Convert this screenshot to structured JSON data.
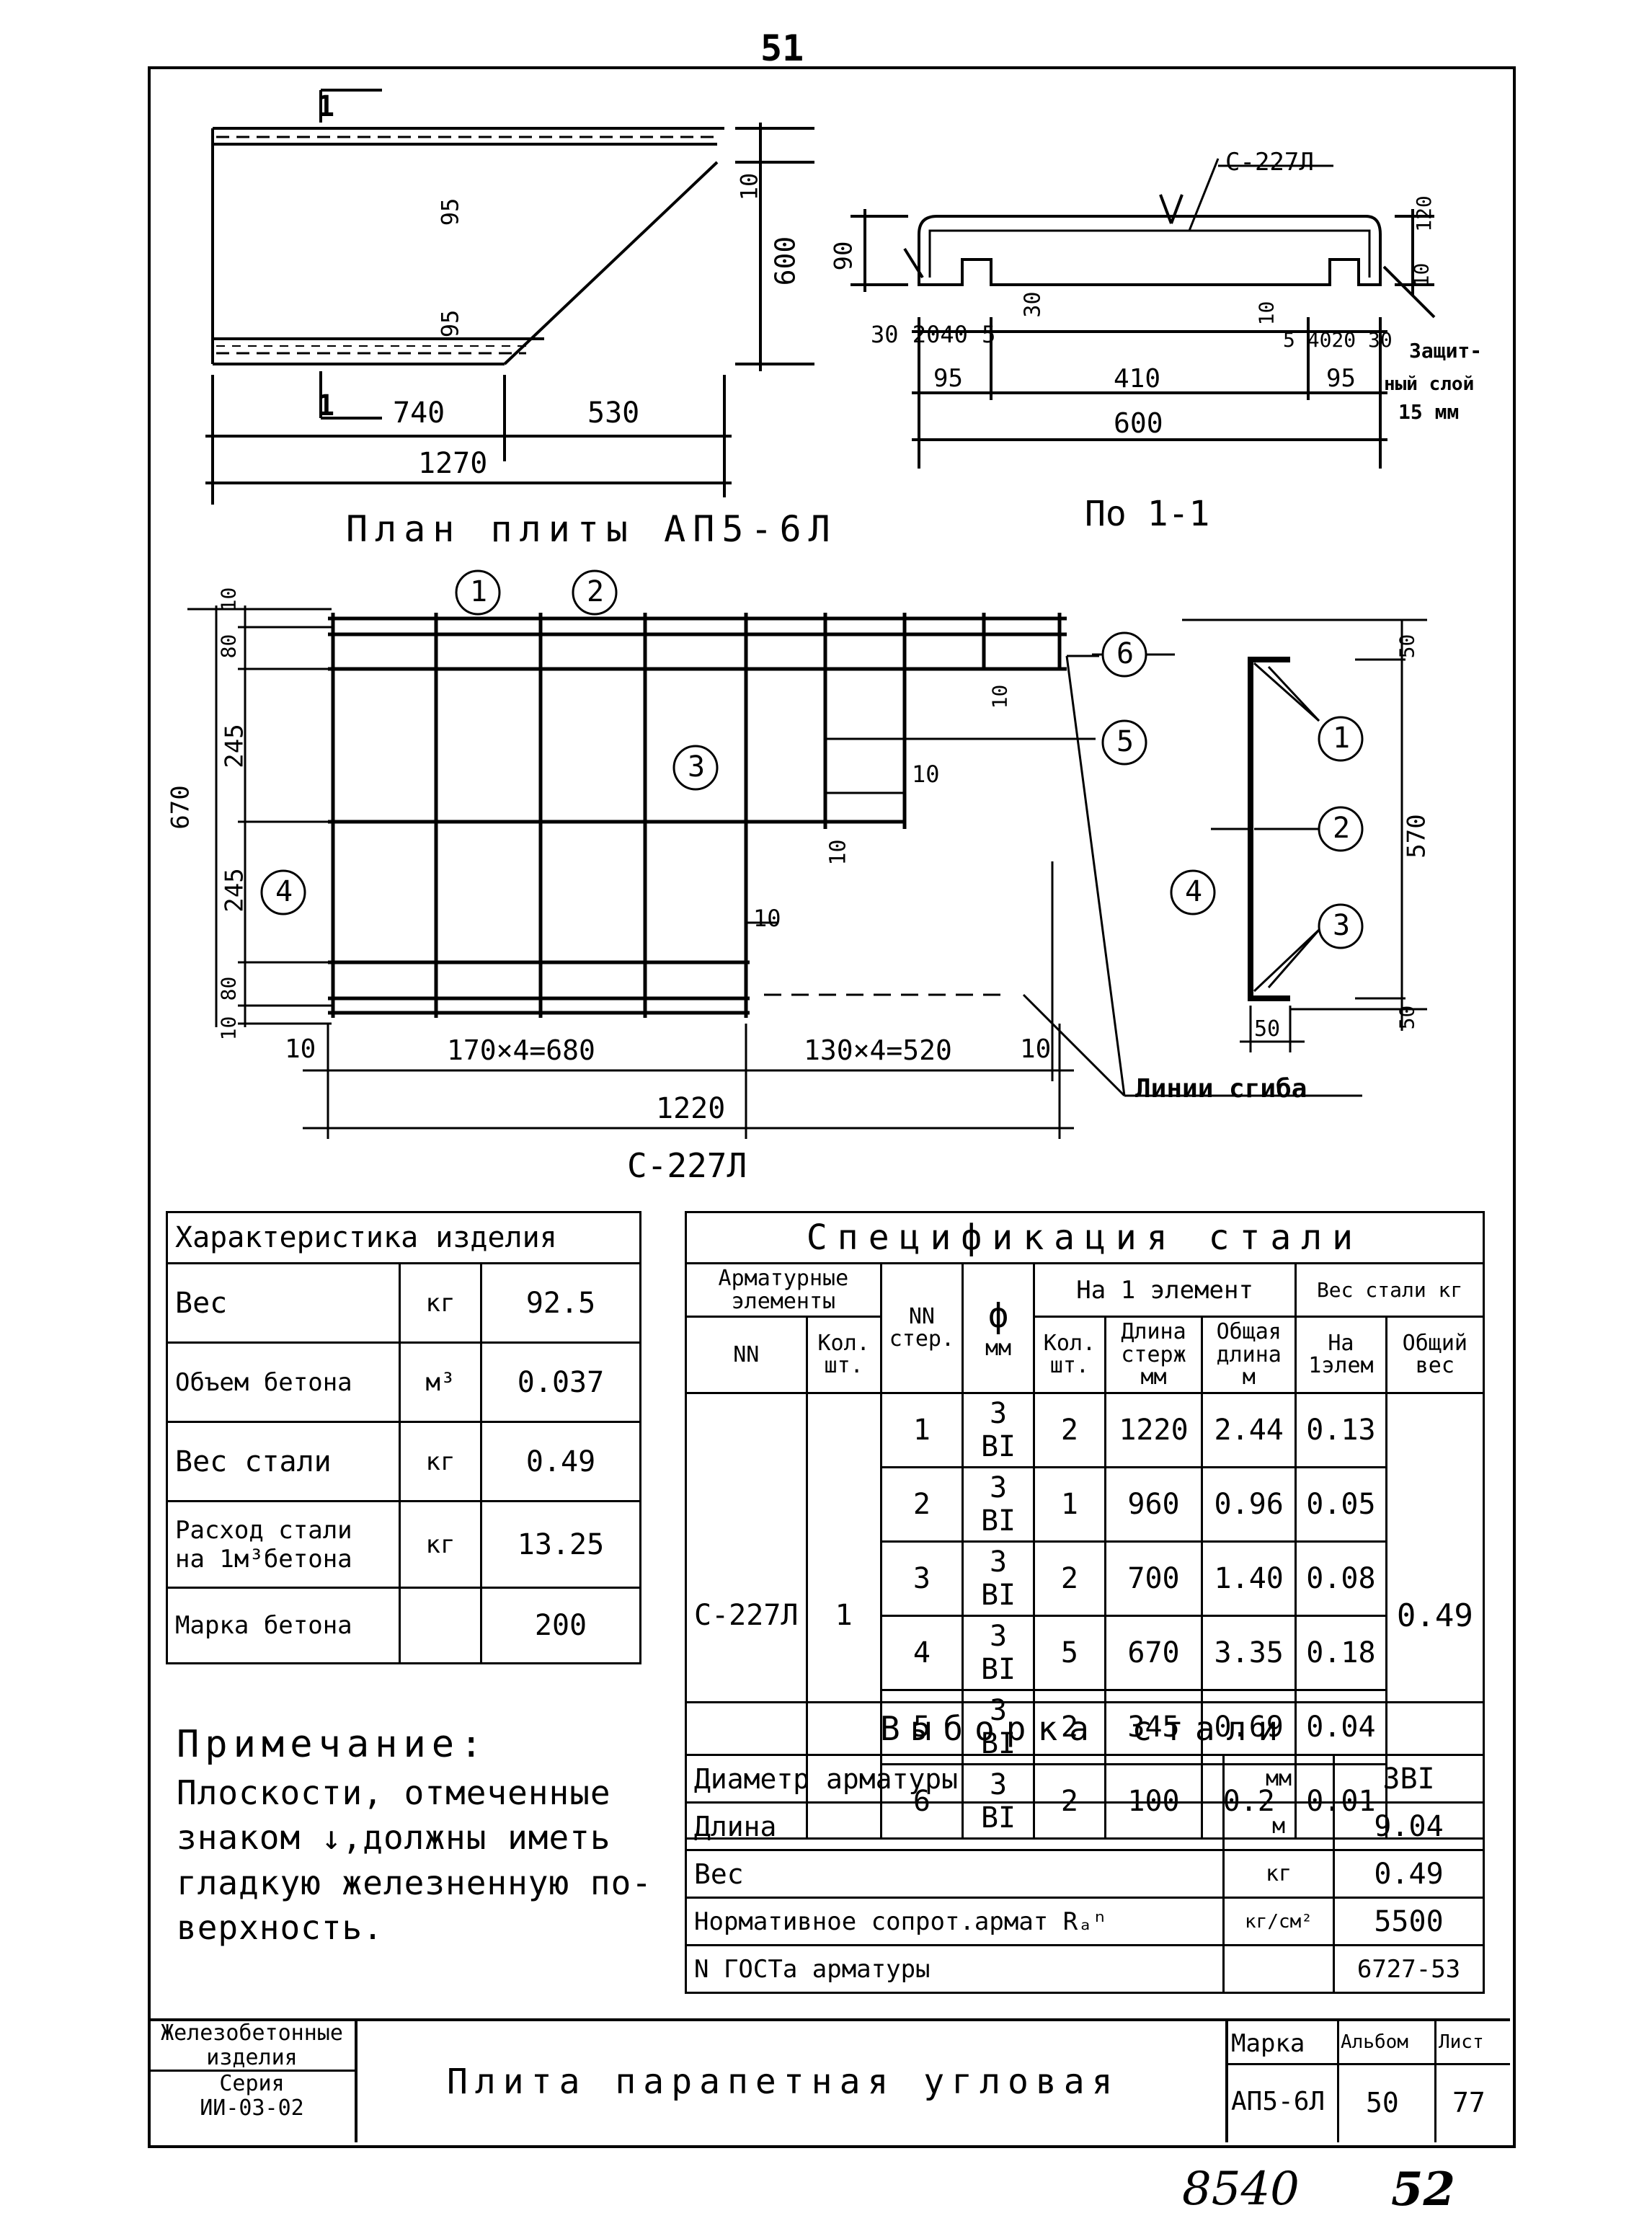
{
  "page_number": "51",
  "plan_title": "План плиты АП5-6Л",
  "section_title": "По 1-1",
  "mesh_title": "С-227Л",
  "plan": {
    "section_mark_top": "1",
    "section_mark_bottom": "1",
    "dim_95_top": "95",
    "dim_95_bottom": "95",
    "dim_10": "10",
    "dim_600": "600",
    "dim_740": "740",
    "dim_530": "530",
    "dim_1270": "1270"
  },
  "section": {
    "mesh_label": "С-227Л",
    "dim_120": "120",
    "dim_90": "90",
    "dim_10a": "10",
    "dim_10b": "10",
    "dim_30": "30",
    "dim_left_row": "30 2040 5",
    "dim_right_row": "5 4020 30",
    "dim_95_left": "95",
    "dim_410": "410",
    "dim_95_right": "95",
    "dim_600": "600",
    "cover_note_1": "Защит-",
    "cover_note_2": "ный слой",
    "cover_note_3": "15 мм"
  },
  "mesh": {
    "callouts": [
      "1",
      "2",
      "3",
      "4",
      "5",
      "6"
    ],
    "left_dims": [
      "10",
      "80",
      "245",
      "245",
      "80",
      "10"
    ],
    "dim_670": "670",
    "dim_10_a": "10",
    "dim_10_b": "10",
    "dim_10_c": "10",
    "dim_10_d": "10",
    "bottom_10_left": "10",
    "bottom_span_1": "170×4=680",
    "bottom_span_2": "130×4=520",
    "bottom_10_right": "10",
    "dim_1220": "1220",
    "bend_lines": "Линии сгиба"
  },
  "profile": {
    "callouts": [
      "1",
      "2",
      "3",
      "4"
    ],
    "dim_50_top": "50",
    "dim_570": "570",
    "dim_50_bottom": "50",
    "dim_50_width": "50"
  },
  "characteristics": {
    "title": "Характеристика изделия",
    "rows": [
      {
        "name": "Вес",
        "unit": "кг",
        "value": "92.5"
      },
      {
        "name": "Объем бетона",
        "unit": "м³",
        "value": "0.037"
      },
      {
        "name": "Вес стали",
        "unit": "кг",
        "value": "0.49"
      },
      {
        "name": "Расход стали на 1м³бетона",
        "unit": "кг",
        "value": "13.25"
      },
      {
        "name": "Марка бетона",
        "unit": "",
        "value": "200"
      }
    ]
  },
  "spec": {
    "title": "Спецификация стали",
    "h_elements": "Арматурные элементы",
    "h_nn": "NN",
    "h_kol": "Кол. шт.",
    "h_nn_sterzh": "NN стер.",
    "h_phi": "ϕ",
    "h_mm": "мм",
    "h_per_element": "На 1 элемент",
    "h_kol_sht": "Кол. шт.",
    "h_length": "Длина стерж мм",
    "h_total_length": "Общая длина м",
    "h_steel_weight": "Вес стали кг",
    "h_per_1": "На 1элем",
    "h_total_weight": "Общий вес",
    "element_name": "С-227Л",
    "element_count": "1",
    "total_weight": "0.49",
    "rows": [
      {
        "n": "1",
        "d": "3 ВI",
        "k": "2",
        "len": "1220",
        "tot": "2.44",
        "w": "0.13"
      },
      {
        "n": "2",
        "d": "3 ВI",
        "k": "1",
        "len": "960",
        "tot": "0.96",
        "w": "0.05"
      },
      {
        "n": "3",
        "d": "3 ВI",
        "k": "2",
        "len": "700",
        "tot": "1.40",
        "w": "0.08"
      },
      {
        "n": "4",
        "d": "3 ВI",
        "k": "5",
        "len": "670",
        "tot": "3.35",
        "w": "0.18"
      },
      {
        "n": "5",
        "d": "3 ВI",
        "k": "2",
        "len": "345",
        "tot": "0.69",
        "w": "0.04"
      },
      {
        "n": "6",
        "d": "3 ВI",
        "k": "2",
        "len": "100",
        "tot": "0.2",
        "w": "0.01"
      }
    ]
  },
  "selection": {
    "title": "Выборка стали",
    "rows": [
      {
        "name": "Диаметр арматуры",
        "unit": "мм",
        "value": "3ВI"
      },
      {
        "name": "Длина",
        "unit": "м",
        "value": "9.04"
      },
      {
        "name": "Вес",
        "unit": "кг",
        "value": "0.49"
      },
      {
        "name": "Нормативное сопрот.армат Rₐⁿ",
        "unit": "кг/см²",
        "value": "5500"
      },
      {
        "name": "N ГОСТа арматуры",
        "unit": "",
        "value": "6727-53"
      }
    ]
  },
  "note": {
    "title": "Примечание:",
    "line1": "Плоскости, отмеченные",
    "line2": "знаком ↓,должны иметь",
    "line3": "гладкую железненную по-",
    "line4": "верхность."
  },
  "title_block": {
    "category_1": "Железобетонные",
    "category_2": "изделия",
    "series_label": "Серия",
    "series_value": "ИИ-03-02",
    "name": "Плита парапетная угловая",
    "h_mark": "Марка",
    "h_album": "Альбом",
    "h_sheet": "Лист",
    "mark": "АП5-6Л",
    "album": "50",
    "sheet": "77"
  },
  "footer_handwritten": "8540",
  "footer_number": "52"
}
